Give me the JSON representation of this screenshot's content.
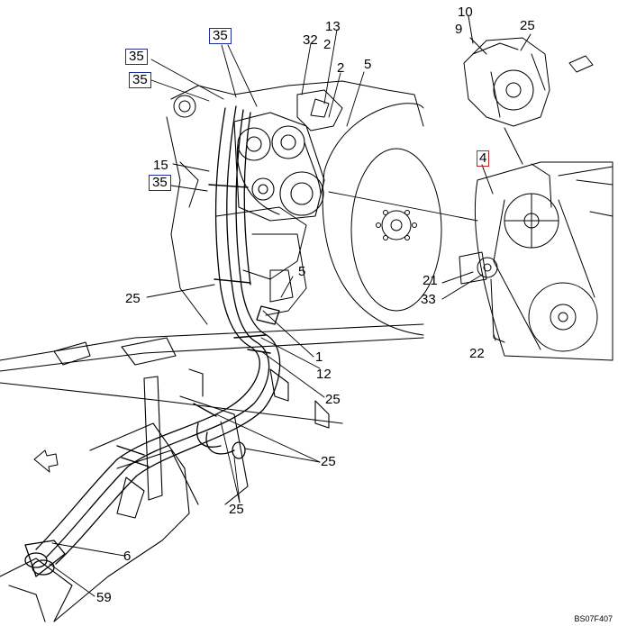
{
  "figure_code": "BS07F407",
  "callouts": [
    {
      "id": "c35a",
      "text": "35",
      "boxed": true,
      "box_color": "#1d2d9a"
    },
    {
      "id": "c35b",
      "text": "35",
      "boxed": true,
      "box_color": "#1d2d9a"
    },
    {
      "id": "c35c",
      "text": "35",
      "boxed": true,
      "box_color": "#1d2d9a"
    },
    {
      "id": "c35d",
      "text": "35",
      "boxed": true,
      "box_color": "#1d2d9a"
    },
    {
      "id": "c32",
      "text": "32"
    },
    {
      "id": "c13",
      "text": "13"
    },
    {
      "id": "c2a",
      "text": "2"
    },
    {
      "id": "c2b",
      "text": "2"
    },
    {
      "id": "c5a",
      "text": "5"
    },
    {
      "id": "c15",
      "text": "15"
    },
    {
      "id": "c5b",
      "text": "5"
    },
    {
      "id": "c25a",
      "text": "25"
    },
    {
      "id": "c1",
      "text": "1"
    },
    {
      "id": "c12",
      "text": "12"
    },
    {
      "id": "c25b",
      "text": "25"
    },
    {
      "id": "c25c",
      "text": "25"
    },
    {
      "id": "c25d",
      "text": "25"
    },
    {
      "id": "c6",
      "text": "6"
    },
    {
      "id": "c59",
      "text": "59"
    },
    {
      "id": "c10",
      "text": "10"
    },
    {
      "id": "c9",
      "text": "9"
    },
    {
      "id": "c25e",
      "text": "25"
    },
    {
      "id": "c4",
      "text": "4",
      "boxed": true,
      "box_color": "#c0262b"
    },
    {
      "id": "c21",
      "text": "21"
    },
    {
      "id": "c33",
      "text": "33"
    },
    {
      "id": "c22",
      "text": "22"
    }
  ]
}
